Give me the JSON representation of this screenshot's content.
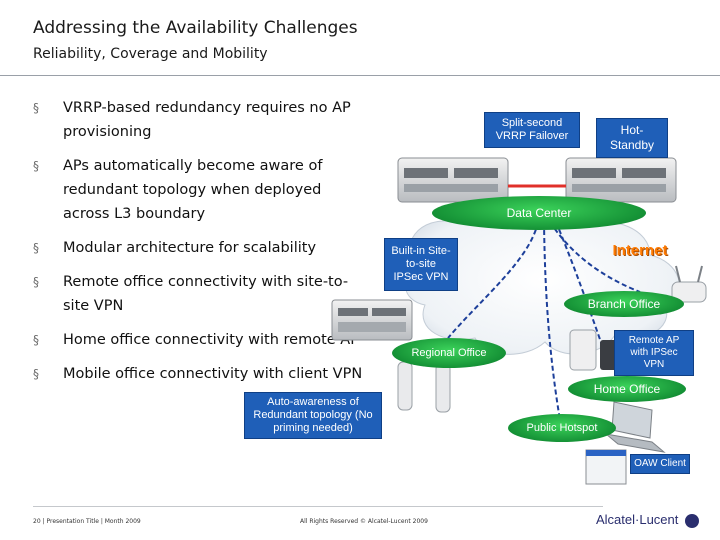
{
  "slide": {
    "title": "Addressing the Availability Challenges",
    "subtitle": "Reliability, Coverage and Mobility"
  },
  "bullets": [
    "VRRP-based redundancy requires no AP provisioning",
    "APs automatically become aware of redundant topology when deployed across L3 boundary",
    "Modular architecture for scalability",
    "Remote office connectivity with site-to-site VPN",
    "Home office connectivity with remote AP",
    "Mobile office connectivity with client VPN"
  ],
  "diagram": {
    "split_second": "Split-second VRRP Failover",
    "hot_standby": "Hot-Standby",
    "data_center": "Data Center",
    "builtin_vpn": "Built-in Site-to-site IPSec VPN",
    "internet": "Internet",
    "branch_office": "Branch Office",
    "regional_office": "Regional Office",
    "remote_ap": "Remote AP with IPSec VPN",
    "home_office": "Home Office",
    "auto_awareness": "Auto-awareness of Redundant topology (No priming needed)",
    "public_hotspot": "Public Hotspot",
    "oaw_client": "OAW Client"
  },
  "footer": {
    "left": "20 | Presentation Title | Month 2009",
    "center": "All Rights Reserved © Alcatel-Lucent 2009",
    "logo": "Alcatel·Lucent"
  },
  "colors": {
    "green": "#159236",
    "blue_box": "#1f5fb8",
    "red_link": "#e0302a",
    "dashed_link": "#1d3f9a"
  }
}
